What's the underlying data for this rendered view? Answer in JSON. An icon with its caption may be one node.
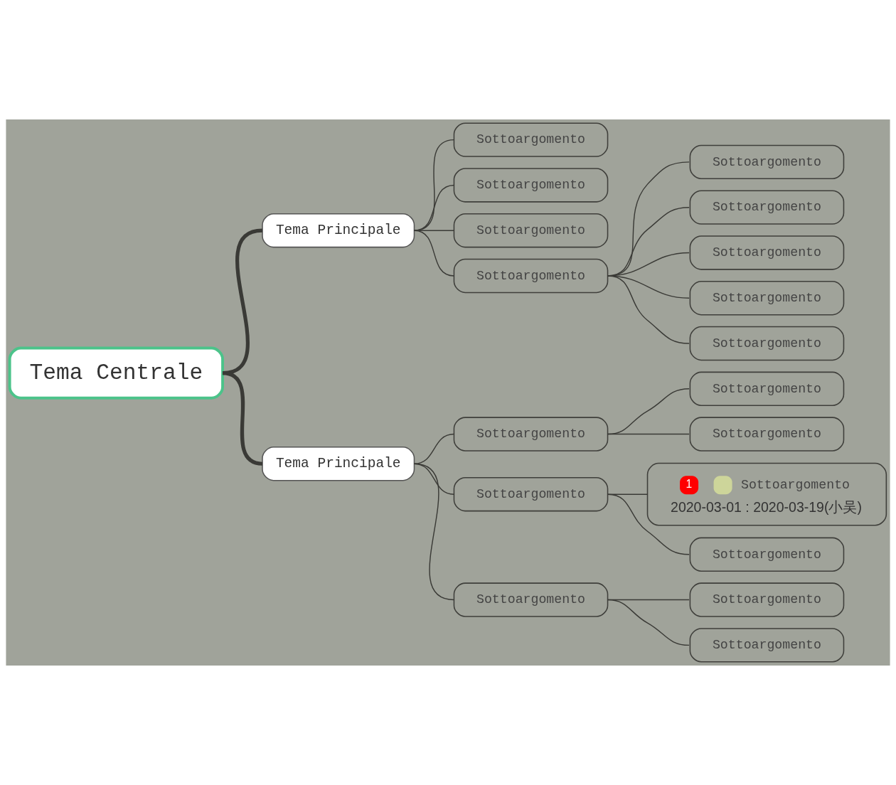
{
  "diagram": {
    "nodes": [
      {
        "text": [
          "Tema Centrale"
        ]
      },
      {
        "text": [
          "Tema Principale"
        ]
      },
      {
        "text": [
          "Sottoargomento"
        ]
      },
      {
        "text": [
          "Sottoargomento"
        ]
      },
      {
        "text": [
          "Sottoargomento"
        ]
      },
      {
        "text": [
          "Sottoargomento"
        ]
      },
      {
        "text": [
          "Sottoargomento"
        ]
      },
      {
        "text": [
          "Sottoargomento"
        ]
      },
      {
        "text": [
          "Sottoargomento"
        ]
      },
      {
        "text": [
          "Sottoargomento"
        ]
      },
      {
        "text": [
          "Sottoargomento"
        ]
      },
      {
        "text": [
          "Tema Principale"
        ]
      },
      {
        "text": [
          "Sottoargomento"
        ]
      },
      {
        "text": [
          "Sottoargomento"
        ]
      },
      {
        "text": [
          "Sottoargomento"
        ]
      },
      {
        "text": [
          "Sottoargomento"
        ]
      },
      {
        "text": [
          "1",
          "Sottoargomento",
          "2020-03-01 : 2020-03-19(小吴)"
        ]
      },
      {
        "text": [
          "Sottoargomento"
        ]
      },
      {
        "text": [
          "Sottoargomento"
        ]
      },
      {
        "text": [
          "Sottoargomento"
        ]
      },
      {
        "text": [
          "Sottoargomento"
        ]
      }
    ],
    "edges": [
      {
        "from": 0,
        "to": 1,
        "arrow": "none",
        "style": "thick"
      },
      {
        "from": 1,
        "to": 2,
        "arrow": "none"
      },
      {
        "from": 1,
        "to": 3,
        "arrow": "none"
      },
      {
        "from": 1,
        "to": 4,
        "arrow": "none"
      },
      {
        "from": 1,
        "to": 5,
        "arrow": "none"
      },
      {
        "from": 5,
        "to": 6,
        "arrow": "none"
      },
      {
        "from": 5,
        "to": 7,
        "arrow": "none"
      },
      {
        "from": 5,
        "to": 8,
        "arrow": "none"
      },
      {
        "from": 5,
        "to": 9,
        "arrow": "none"
      },
      {
        "from": 5,
        "to": 10,
        "arrow": "none"
      },
      {
        "from": 0,
        "to": 11,
        "arrow": "none",
        "style": "thick"
      },
      {
        "from": 11,
        "to": 12,
        "arrow": "none"
      },
      {
        "from": 12,
        "to": 13,
        "arrow": "none"
      },
      {
        "from": 12,
        "to": 14,
        "arrow": "none"
      },
      {
        "from": 11,
        "to": 15,
        "arrow": "none"
      },
      {
        "from": 15,
        "to": 16,
        "arrow": "none"
      },
      {
        "from": 15,
        "to": 17,
        "arrow": "none"
      },
      {
        "from": 11,
        "to": 18,
        "arrow": "none"
      },
      {
        "from": 18,
        "to": 19,
        "arrow": "none"
      },
      {
        "from": 18,
        "to": 20,
        "arrow": "none"
      }
    ]
  }
}
